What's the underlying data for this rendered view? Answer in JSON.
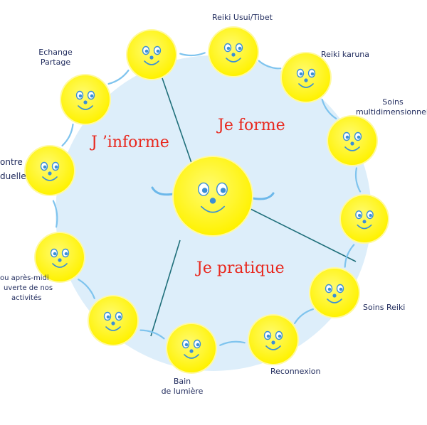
{
  "sections": {
    "inform": "J ’informe",
    "form": "Je forme",
    "practice": "Je pratique"
  },
  "labels": {
    "reiki_usui": "Reiki Usui/Tibet",
    "reiki_karuna": "Reiki karuna",
    "soins_multi_1": "Soins",
    "soins_multi_2": "multidimensionnels",
    "soins_reiki": "Soins Reiki",
    "reconnexion": "Reconnexion",
    "bain_1": "Bain",
    "bain_2": "de lumière",
    "apresmidi_1": "ou après-midi",
    "apresmidi_2": "uverte de nos",
    "apresmidi_3": "activités",
    "rencontre_1": "ontre",
    "rencontre_2": "duelle",
    "echange_1": "Echange",
    "echange_2": "Partage"
  },
  "colors": {
    "sun": "#fff200",
    "sun_glow": "#fff9a0",
    "disc": "#ddeefa",
    "face": "#3a8fd6",
    "divider": "#1f6f7a",
    "section_text": "#e8281e",
    "label_text": "#1f2a5c"
  }
}
